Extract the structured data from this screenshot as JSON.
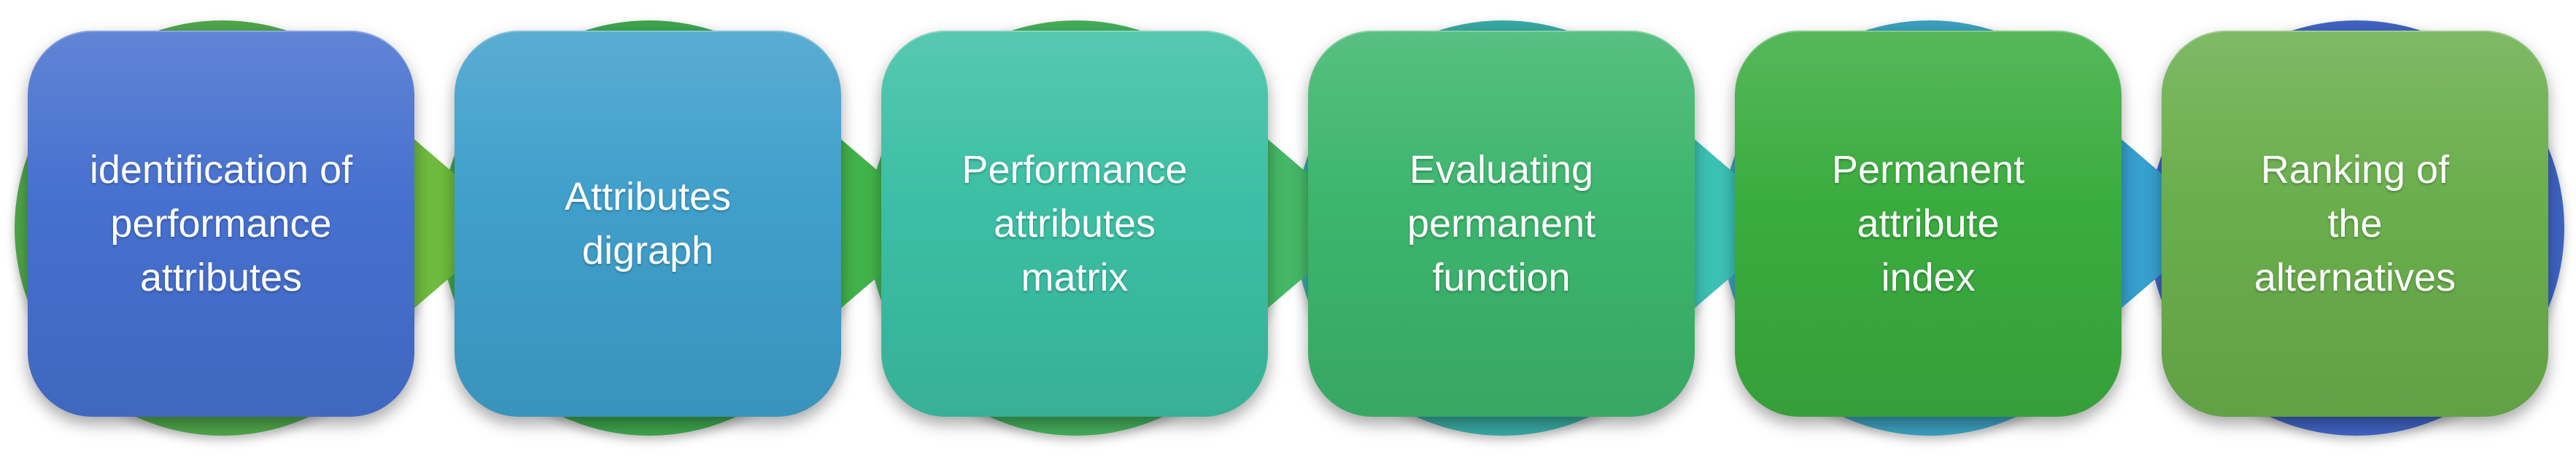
{
  "steps": [
    {
      "label": "identification of performance attributes",
      "color": "#4670cf",
      "circle": "#4ea64a"
    },
    {
      "label": "Attributes digraph",
      "color": "#3f9fcb",
      "circle": "#3da44c"
    },
    {
      "label": "Performance attributes matrix",
      "color": "#3bbfa4",
      "circle": "#43ad5a"
    },
    {
      "label": "Evaluating permanent function",
      "color": "#3cb56d",
      "circle": "#37a8a2"
    },
    {
      "label": "Permanent attribute index",
      "color": "#3aac3e",
      "circle": "#3a9fbd"
    },
    {
      "label": "Ranking of the alternatives",
      "color": "#6aae4c",
      "circle": "#3f63c2"
    }
  ],
  "arrows": [
    "#6fbb3f",
    "#42b34a",
    "#44b866",
    "#3cc2b4",
    "#37a0cf"
  ]
}
